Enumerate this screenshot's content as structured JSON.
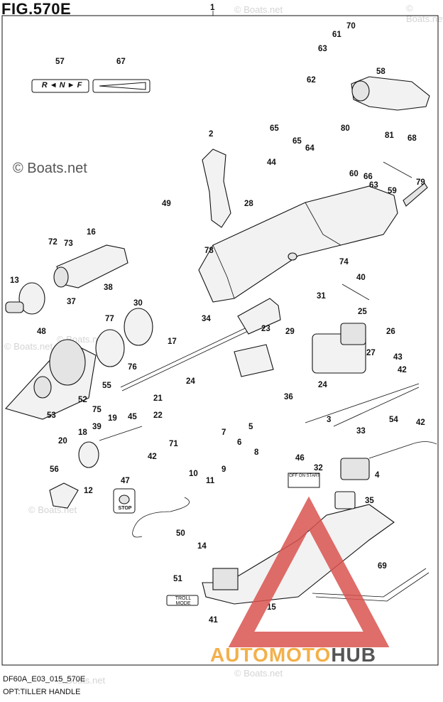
{
  "figure": {
    "title": "FIG.570E",
    "code": "DF60A_E03_015_570E",
    "caption": "OPT:TILLER HANDLE"
  },
  "watermark": {
    "text": "© Boats.net",
    "color": "#777777"
  },
  "logo": {
    "part1": "AUTOMOTO",
    "part2": "HUB",
    "color1": "#f3b04a",
    "color2": "#555555",
    "triangle_color": "#d9534f"
  },
  "labels": {
    "shift_decal": "R ◄ N ► F",
    "stop_switch": "STOP",
    "troll_mode": "TROLL MODE",
    "switch_decal": "OFF ON START"
  },
  "callouts": [
    "1",
    "2",
    "3",
    "4",
    "5",
    "6",
    "7",
    "8",
    "9",
    "10",
    "11",
    "12",
    "13",
    "14",
    "15",
    "16",
    "17",
    "18",
    "19",
    "20",
    "21",
    "22",
    "23",
    "24",
    "25",
    "26",
    "27",
    "28",
    "29",
    "30",
    "31",
    "32",
    "33",
    "34",
    "35",
    "36",
    "37",
    "38",
    "39",
    "40",
    "41",
    "42",
    "43",
    "44",
    "45",
    "46",
    "47",
    "48",
    "49",
    "50",
    "51",
    "52",
    "53",
    "54",
    "55",
    "56",
    "57",
    "58",
    "59",
    "60",
    "61",
    "62",
    "63",
    "64",
    "65",
    "66",
    "67",
    "68",
    "69",
    "70",
    "71",
    "72",
    "73",
    "74",
    "75",
    "76",
    "77",
    "78",
    "79",
    "80",
    "81"
  ]
}
